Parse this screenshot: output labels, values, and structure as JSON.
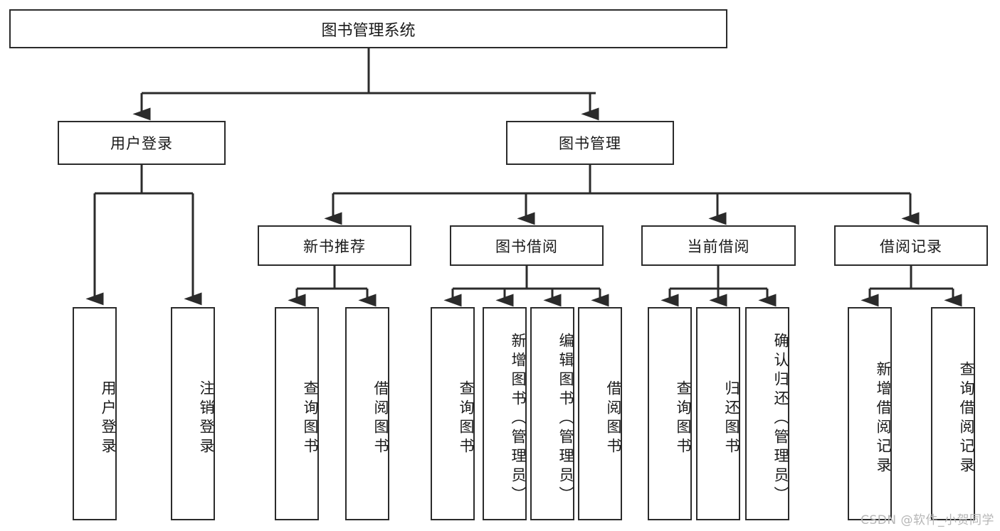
{
  "diagram": {
    "type": "hierarchy-tree",
    "title": "图书管理系统",
    "levels": 4,
    "root": {
      "id": "root",
      "label": "图书管理系统"
    },
    "level2": [
      {
        "id": "user-login",
        "label": "用户登录"
      },
      {
        "id": "book-management",
        "label": "图书管理"
      }
    ],
    "level3": [
      {
        "id": "new-book-recommend",
        "label": "新书推荐",
        "parent": "book-management"
      },
      {
        "id": "book-borrow",
        "label": "图书借阅",
        "parent": "book-management"
      },
      {
        "id": "current-borrow",
        "label": "当前借阅",
        "parent": "book-management"
      },
      {
        "id": "borrow-record",
        "label": "借阅记录",
        "parent": "book-management"
      }
    ],
    "leaves": {
      "user_login": [
        {
          "id": "leaf-user-login",
          "label": "用户登录"
        },
        {
          "id": "leaf-logout",
          "label": "注销登录"
        }
      ],
      "new_book_recommend": [
        {
          "id": "leaf-query-book-1",
          "label": "查询图书"
        },
        {
          "id": "leaf-borrow-book-1",
          "label": "借阅图书"
        }
      ],
      "book_borrow": [
        {
          "id": "leaf-query-book-2",
          "label": "查询图书"
        },
        {
          "id": "leaf-add-book",
          "label": "新增图书（管理员）"
        },
        {
          "id": "leaf-edit-book",
          "label": "编辑图书（管理员）"
        },
        {
          "id": "leaf-borrow-book-2",
          "label": "借阅图书"
        }
      ],
      "current_borrow": [
        {
          "id": "leaf-query-book-3",
          "label": "查询图书"
        },
        {
          "id": "leaf-return-book",
          "label": "归还图书"
        },
        {
          "id": "leaf-confirm-return",
          "label": "确认归还（管理员）"
        }
      ],
      "borrow_record": [
        {
          "id": "leaf-add-record",
          "label": "新增借阅记录"
        },
        {
          "id": "leaf-query-record",
          "label": "查询借阅记录"
        }
      ]
    }
  },
  "watermark": {
    "text": "CSDN @软件_小贺同学"
  },
  "colors": {
    "stroke": "#2b2b2b",
    "fill": "#ffffff",
    "text": "#1a1a1a",
    "watermark": "#b6b6b6"
  }
}
